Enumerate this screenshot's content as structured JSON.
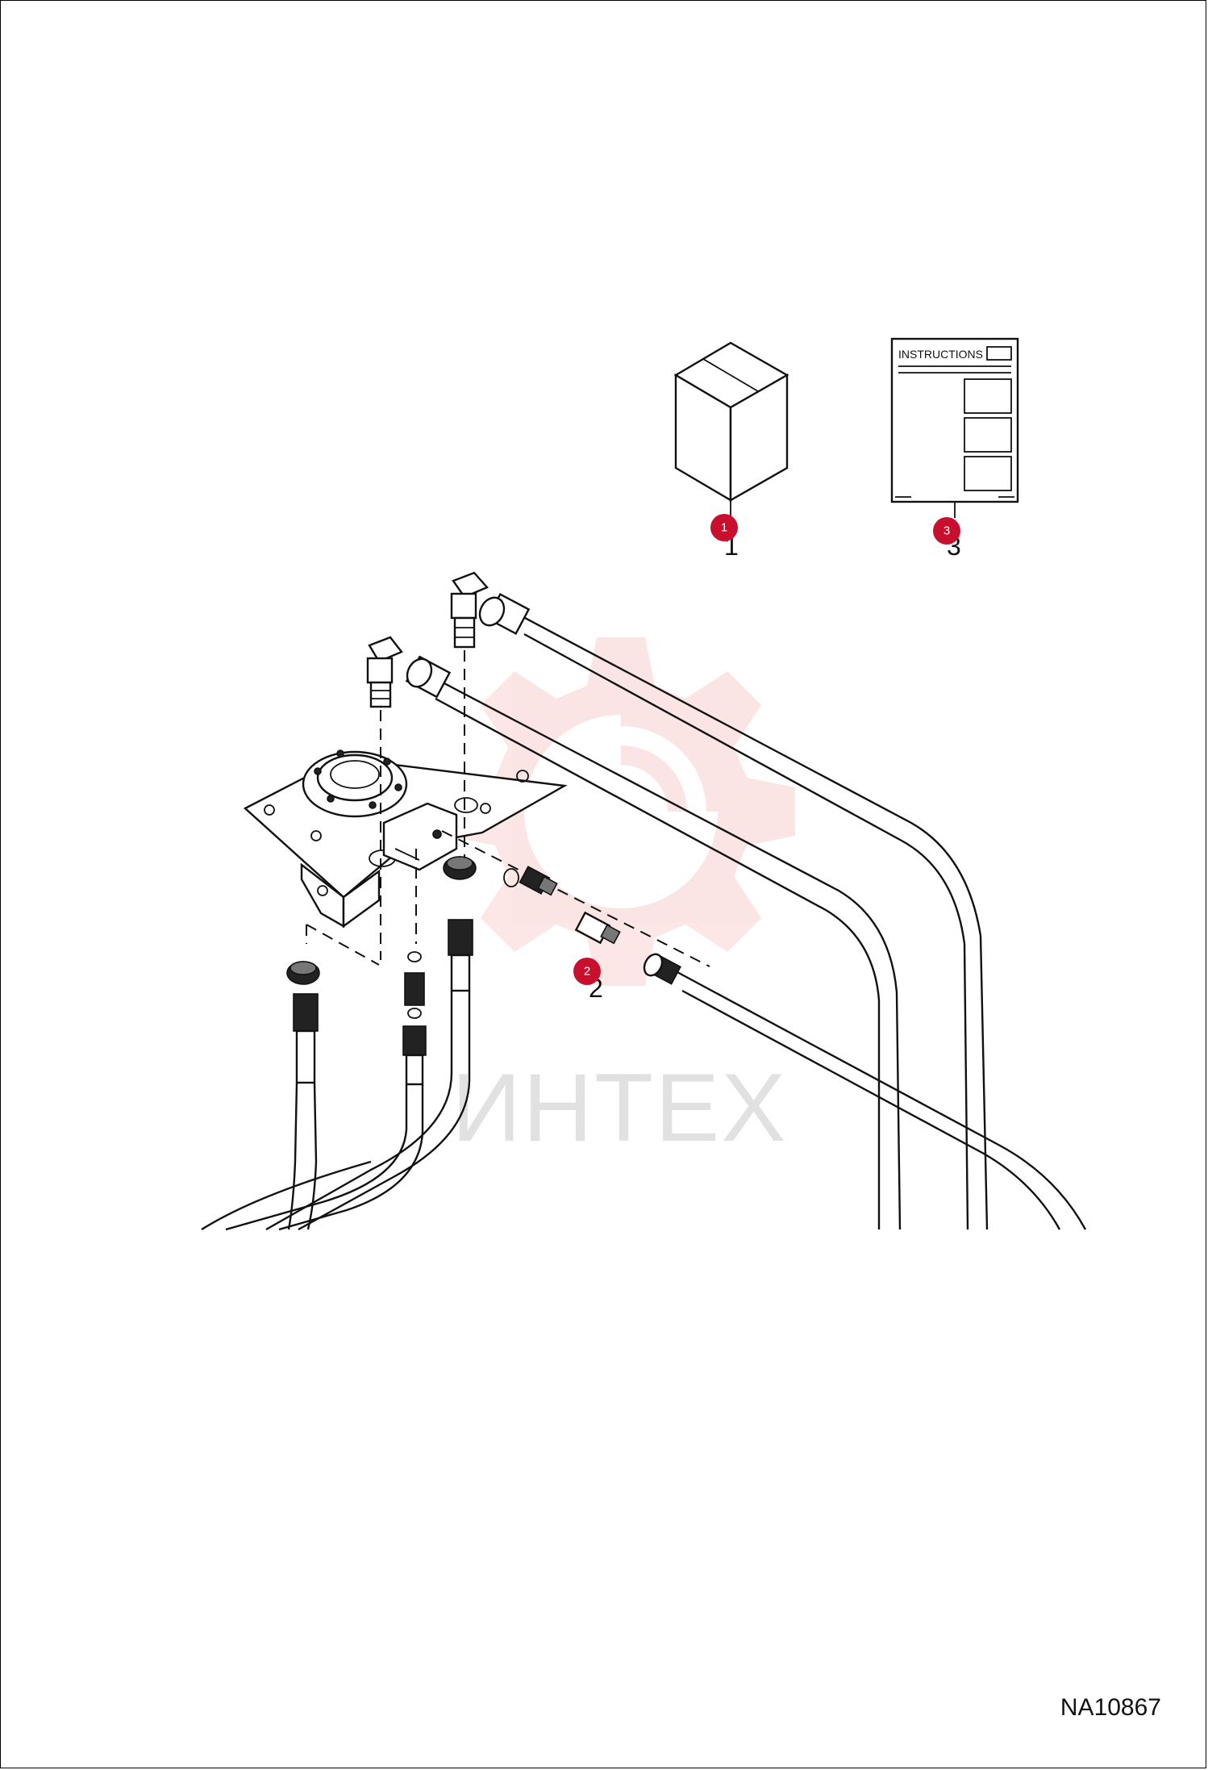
{
  "drawing": {
    "id": "NA10867"
  },
  "callouts": [
    {
      "number": "1",
      "badge": "1"
    },
    {
      "number": "2",
      "badge": "2"
    },
    {
      "number": "3",
      "badge": "3"
    }
  ],
  "instructions_sheet": {
    "header": "INSTRUCTIONS"
  },
  "watermark": {
    "text": "ИНТЕХ",
    "icon": "gear-logo-icon",
    "color": "#e83a3a"
  },
  "colors": {
    "badge": "#c8102e",
    "line": "#111111"
  }
}
